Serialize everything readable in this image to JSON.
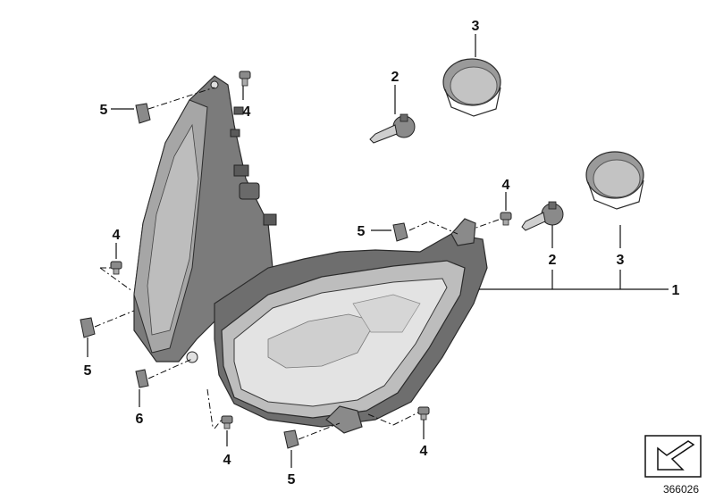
{
  "callouts": {
    "headlight_assembly": "1",
    "bulb_upper": "2",
    "bulb_lower": "2",
    "cap_upper": "3",
    "cap_lower": "3",
    "screw_top": "4",
    "screw_left": "4",
    "screw_right": "4",
    "screw_bottom_center": "4",
    "screw_bottom_right": "4",
    "nut_top": "5",
    "nut_left": "5",
    "nut_right": "5",
    "nut_bottom": "5",
    "clip_left": "6"
  },
  "diagram_id": "366026",
  "colors": {
    "line": "#111111",
    "part_dark": "#5a5a5a",
    "part_mid": "#8a8a8a",
    "part_light": "#c8c8c8"
  }
}
